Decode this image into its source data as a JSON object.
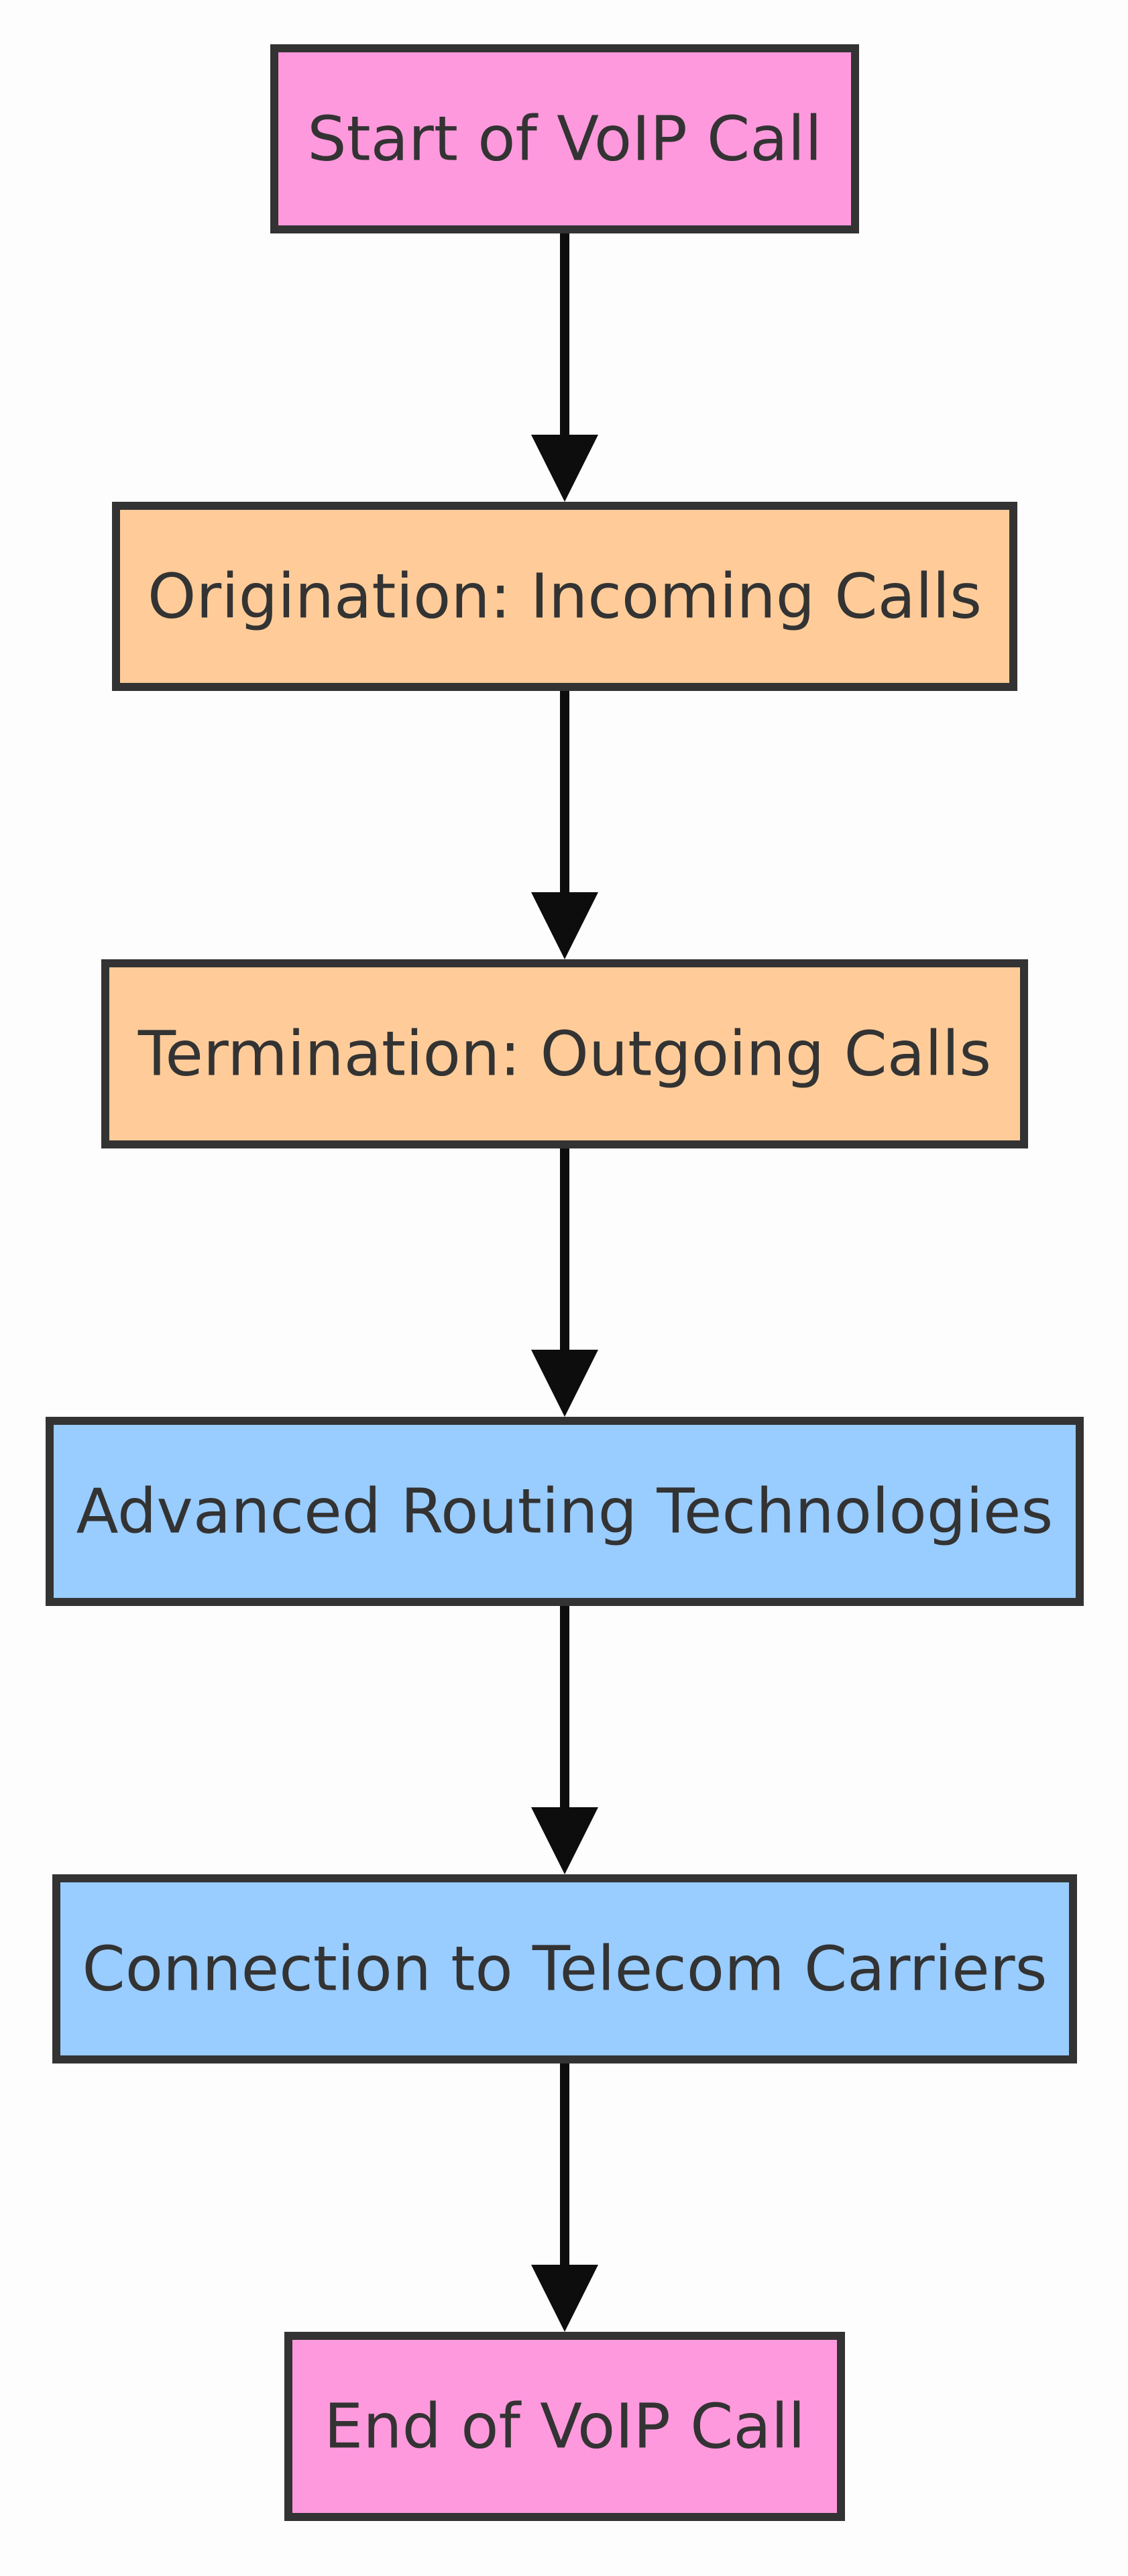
{
  "colors": {
    "terminal_fill": "#ff99dd",
    "process_fill": "#ffcc99",
    "tech_fill": "#99ccff",
    "border": "#333333",
    "arrow": "#0d0d0d",
    "text": "#333333",
    "background": "#fdfdfd"
  },
  "nodes": [
    {
      "id": "start",
      "label": "Start of VoIP Call",
      "style": "terminal"
    },
    {
      "id": "origination",
      "label": "Origination: Incoming Calls",
      "style": "process"
    },
    {
      "id": "termination",
      "label": "Termination: Outgoing Calls",
      "style": "process"
    },
    {
      "id": "routing",
      "label": "Advanced Routing Technologies",
      "style": "tech"
    },
    {
      "id": "carriers",
      "label": "Connection to Telecom Carriers",
      "style": "tech"
    },
    {
      "id": "end",
      "label": "End of VoIP Call",
      "style": "terminal"
    }
  ],
  "edges": [
    {
      "from": "start",
      "to": "origination"
    },
    {
      "from": "origination",
      "to": "termination"
    },
    {
      "from": "termination",
      "to": "routing"
    },
    {
      "from": "routing",
      "to": "carriers"
    },
    {
      "from": "carriers",
      "to": "end"
    }
  ]
}
